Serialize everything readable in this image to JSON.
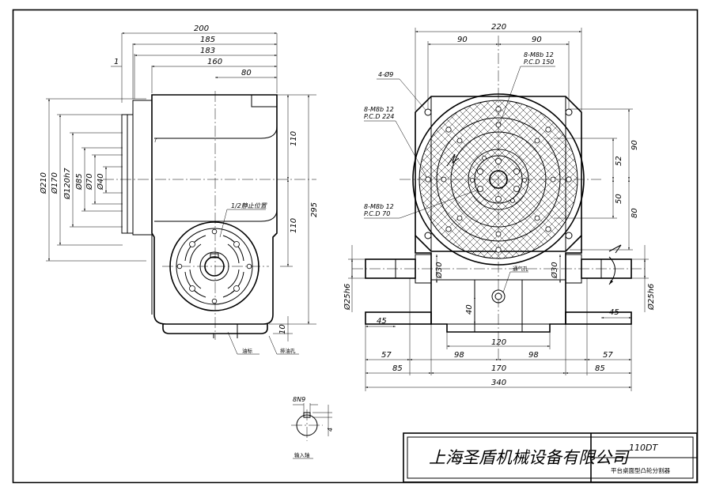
{
  "title_block": {
    "company": "上海圣盾机械设备有限公司",
    "model": "110DT",
    "product": "平台桌面型凸轮分割器"
  },
  "side_view": {
    "dims_top": [
      "200",
      "185",
      "183",
      "1",
      "160",
      "80"
    ],
    "dims_left": [
      "Ø210",
      "Ø170",
      "Ø120h7",
      "Ø85",
      "Ø70",
      "Ø40"
    ],
    "dims_right": [
      "110",
      "110",
      "295",
      "10"
    ],
    "labels": {
      "stop_position": "1/2静止位置",
      "base_note": "油标",
      "drain_note": "排油孔"
    }
  },
  "front_view": {
    "dims_top": [
      "220",
      "90",
      "90"
    ],
    "bolt_notes": {
      "hole": "4-Ø9",
      "outer_thread": "8-M8b 12",
      "outer_pcd": "P.C.D 224",
      "mid_thread": "8-M8b 12",
      "mid_pcd": "P.C.D 150",
      "inner_thread": "8-M8b 12",
      "inner_pcd": "P.C.D 70"
    },
    "dims_right": [
      "90",
      "52",
      "50",
      "80"
    ],
    "shaft_dims": [
      "Ø25h6",
      "Ø25h6",
      "Ø30",
      "Ø30",
      "45",
      "45",
      "40"
    ],
    "vent_note": "通气孔",
    "dims_bottom": [
      "120",
      "57",
      "98",
      "98",
      "57",
      "85",
      "170",
      "85",
      "340"
    ]
  },
  "key_detail": {
    "key_label": "8N9",
    "depth": "4",
    "caption": "输入轴"
  }
}
